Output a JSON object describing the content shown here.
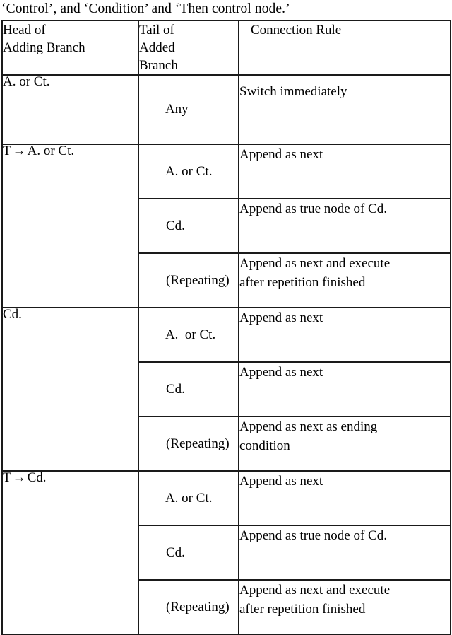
{
  "caption": {
    "text": "‘Control’, and ‘Condition’ and ‘Then control node.’"
  },
  "table": {
    "headers": [
      {
        "line1": "Head of",
        "line2": "Adding Branch"
      },
      {
        "line1": "Tail of",
        "line2": "Added",
        "line3": "Branch"
      },
      {
        "line1": "Connection Rule"
      }
    ],
    "groups": [
      {
        "head_prefix": "",
        "head": "A. or Ct.",
        "rows": [
          {
            "tail": "Any",
            "rule_line1": "Switch immediately",
            "rule_line2": ""
          }
        ]
      },
      {
        "head_prefix": "T",
        "head_arrow": "→",
        "head": "A. or Ct.",
        "rows": [
          {
            "tail": "A. or Ct.",
            "rule_line1": "Append as next",
            "rule_line2": ""
          },
          {
            "tail": "Cd.",
            "rule_line1": "Append as true node of Cd.",
            "rule_line2": ""
          },
          {
            "tail": "(Repeating)",
            "rule_line1": "Append as next and execute",
            "rule_line2": "after repetition finished"
          }
        ]
      },
      {
        "head_prefix": "",
        "head": "Cd.",
        "rows": [
          {
            "tail": "A.  or Ct.",
            "rule_line1": "Append as next",
            "rule_line2": ""
          },
          {
            "tail": "Cd.",
            "rule_line1": "Append as next",
            "rule_line2": ""
          },
          {
            "tail": "(Repeating)",
            "rule_line1": "Append as next as ending",
            "rule_line2": "condition",
            "justified": true
          }
        ]
      },
      {
        "head_prefix": "T",
        "head_arrow": "→",
        "head": "Cd.",
        "rows": [
          {
            "tail": "A. or Ct.",
            "rule_line1": "Append as next",
            "rule_line2": ""
          },
          {
            "tail": "Cd.",
            "rule_line1": "Append as true node of Cd.",
            "rule_line2": ""
          },
          {
            "tail": "(Repeating)",
            "rule_line1": "Append as next and execute",
            "rule_line2": "after repetition finished"
          }
        ]
      }
    ]
  },
  "style": {
    "border_color": "#1a1a1a",
    "text_color": "#000000",
    "background": "#ffffff"
  }
}
